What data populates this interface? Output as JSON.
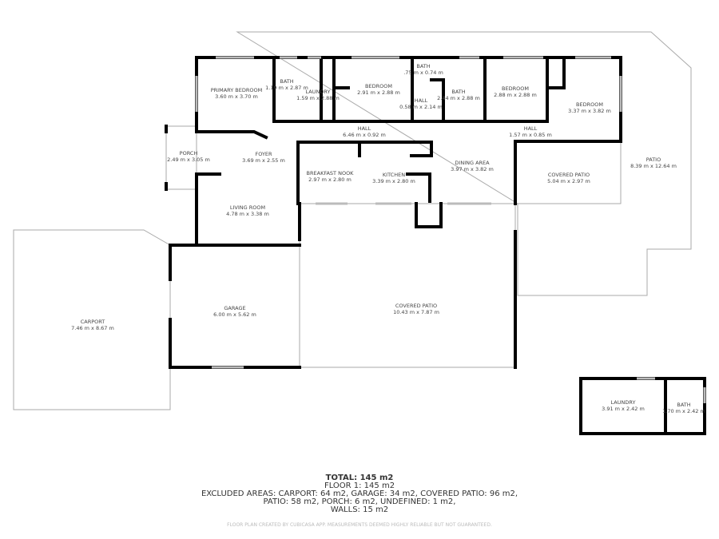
{
  "rooms": [
    {
      "name": "PRIMARY BEDROOM",
      "size": "3.60 m x 3.70 m"
    },
    {
      "name": "BATH",
      "size": "1.19 m x 2.87 m"
    },
    {
      "name": "LAUNDRY",
      "size": "1.59 m x 2.88 m"
    },
    {
      "name": "BEDROOM",
      "size": "2.91 m x 2.88 m"
    },
    {
      "name": "BATH",
      "size": ".75 m x 0.74 m"
    },
    {
      "name": "HALL",
      "size": "0.58 m x 2.14 m"
    },
    {
      "name": "BATH",
      "size": "2.44 m x 2.88 m"
    },
    {
      "name": "BEDROOM",
      "size": "2.88 m x 2.88 m"
    },
    {
      "name": "BEDROOM",
      "size": "3.37 m x 3.82 m"
    },
    {
      "name": "HALL",
      "size": "6.46 m x 0.92 m"
    },
    {
      "name": "HALL",
      "size": "1.57 m x 0.85 m"
    },
    {
      "name": "PORCH",
      "size": "2.49 m x 3.05 m"
    },
    {
      "name": "FOYER",
      "size": "3.69 m x 2.55 m"
    },
    {
      "name": "BREAKFAST NOOK",
      "size": "2.97 m x 2.80 m"
    },
    {
      "name": "KITCHEN",
      "size": "3.39 m x 2.80 m"
    },
    {
      "name": "DINING AREA",
      "size": "3.97 m x 3.82 m"
    },
    {
      "name": "COVERED PATIO",
      "size": "5.04 m x 2.97 m"
    },
    {
      "name": "PATIO",
      "size": "8.39 m x 12.64 m"
    },
    {
      "name": "LIVING ROOM",
      "size": "4.78 m x 3.38 m"
    },
    {
      "name": "CARPORT",
      "size": "7.46 m x 8.67 m"
    },
    {
      "name": "GARAGE",
      "size": "6.00 m x 5.62 m"
    },
    {
      "name": "COVERED PATIO",
      "size": "10.43 m x 7.87 m"
    },
    {
      "name": "LAUNDRY",
      "size": "3.91 m x 2.42 m"
    },
    {
      "name": "BATH",
      "size": "1.70 m x 2.42 m"
    }
  ],
  "summary": {
    "total": "TOTAL: 145 m2",
    "floor": "FLOOR 1: 145 m2",
    "excluded_1": "EXCLUDED AREAS: CARPORT: 64 m2, GARAGE: 34 m2, COVERED PATIO: 96 m2,",
    "excluded_2": "PATIO: 58 m2, PORCH: 6 m2, UNDEFINED: 1 m2,",
    "walls": "WALLS: 15 m2",
    "disclaimer": "FLOOR PLAN CREATED BY CUBICASA APP. MEASUREMENTS DEEMED HIGHLY RELIABLE BUT NOT GUARANTEED."
  }
}
